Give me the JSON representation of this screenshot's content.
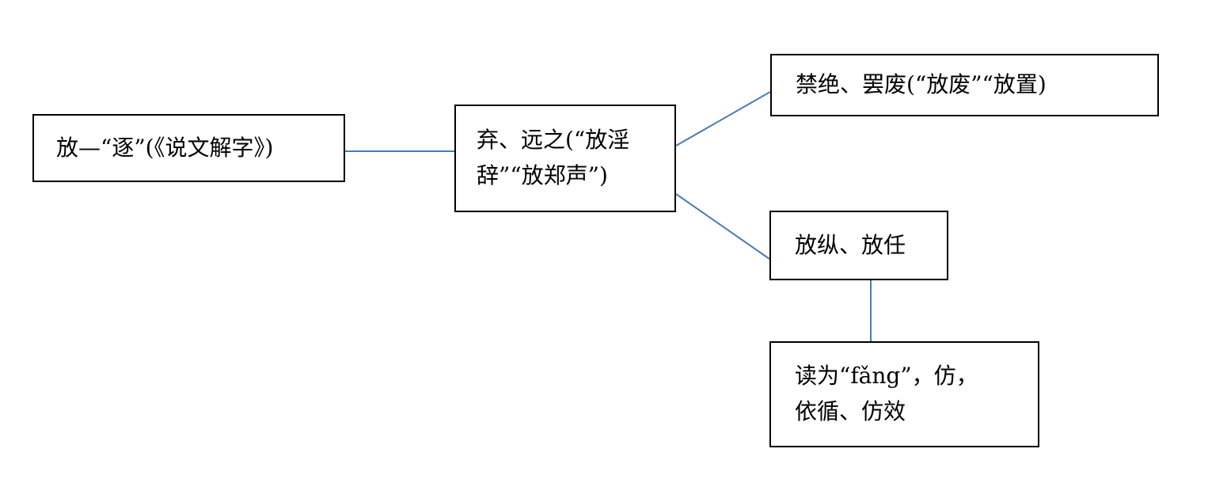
{
  "colors": {
    "connector": "#4a7ab8",
    "box_border": "#000000",
    "text": "#000000",
    "background": "#ffffff"
  },
  "nodes": {
    "root": {
      "text": "放—“逐”(《说文解字》)"
    },
    "abandon": {
      "line1": "弃、远之(“放淫",
      "line2": "辞”“放郑声”)"
    },
    "prohibit": {
      "text": "禁绝、罢废(“放废”“放置)"
    },
    "indulge": {
      "text": "放纵、放任"
    },
    "imitate": {
      "line1": "读为“fǎng”，仿，",
      "line2": "依循、仿效"
    }
  }
}
